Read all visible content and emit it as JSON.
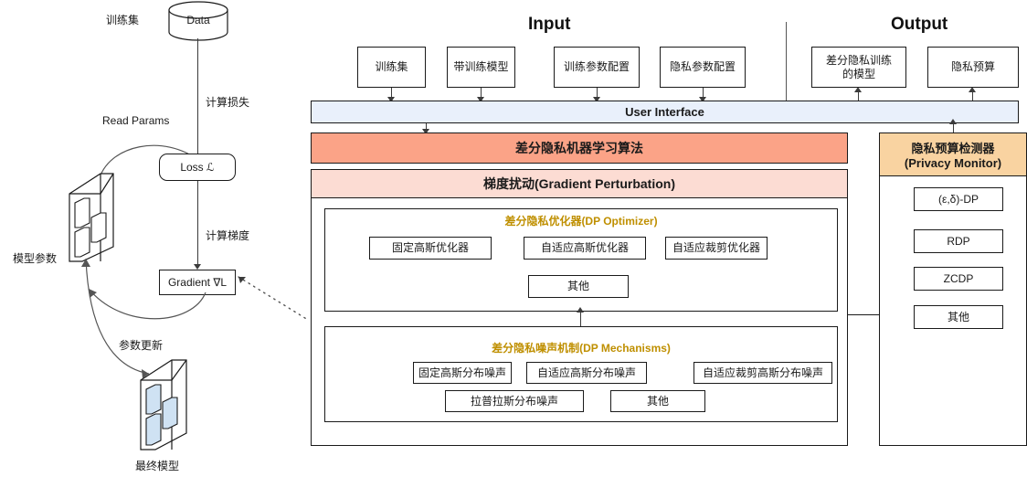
{
  "left_flow": {
    "dataset_label": "训练集",
    "data_store": "Data",
    "compute_loss_label": "计算损失",
    "read_params_label": "Read Params",
    "loss_node": "Loss ℒ",
    "compute_gradient_label": "计算梯度",
    "gradient_node": "Gradient ∇L",
    "model_params_label": "模型参数",
    "param_update_label": "参数更新",
    "final_model_label": "最终模型"
  },
  "sections": {
    "input_title": "Input",
    "output_title": "Output"
  },
  "input_boxes": [
    {
      "label": "训练集"
    },
    {
      "label": "带训练模型"
    },
    {
      "label": "训练参数配置"
    },
    {
      "label": "隐私参数配置"
    }
  ],
  "output_boxes": [
    {
      "label": "差分隐私训练\n的模型"
    },
    {
      "label": "隐私预算"
    }
  ],
  "user_interface": {
    "label": "User Interface"
  },
  "algorithm": {
    "header": "差分隐私机器学习算法",
    "perturbation_header": "梯度扰动(Gradient Perturbation)",
    "optimizer": {
      "title": "差分隐私优化器(DP Optimizer)",
      "row1": [
        "固定高斯优化器",
        "自适应高斯优化器",
        "自适应裁剪优化器"
      ],
      "row2": [
        "其他"
      ]
    },
    "mechanisms": {
      "title": "差分隐私噪声机制(DP Mechanisms)",
      "row1": [
        "固定高斯分布噪声",
        "自适应高斯分布噪声",
        "自适应裁剪高斯分布噪声"
      ],
      "row2": [
        "拉普拉斯分布噪声",
        "其他"
      ]
    }
  },
  "privacy_monitor": {
    "header_line1": "隐私预算检测器",
    "header_line2": "(Privacy Monitor)",
    "items": [
      "(ε,δ)-DP",
      "RDP",
      "ZCDP",
      "其他"
    ]
  },
  "colors": {
    "user_interface_fill": "#e9f0fb",
    "algorithm_fill": "#fba387",
    "perturbation_fill": "#fcdcd3",
    "monitor_fill": "#f9d3a1",
    "group_title": "#bf8f00",
    "stroke": "#1a1a1a",
    "drive_fill": "#cfe2f3"
  }
}
